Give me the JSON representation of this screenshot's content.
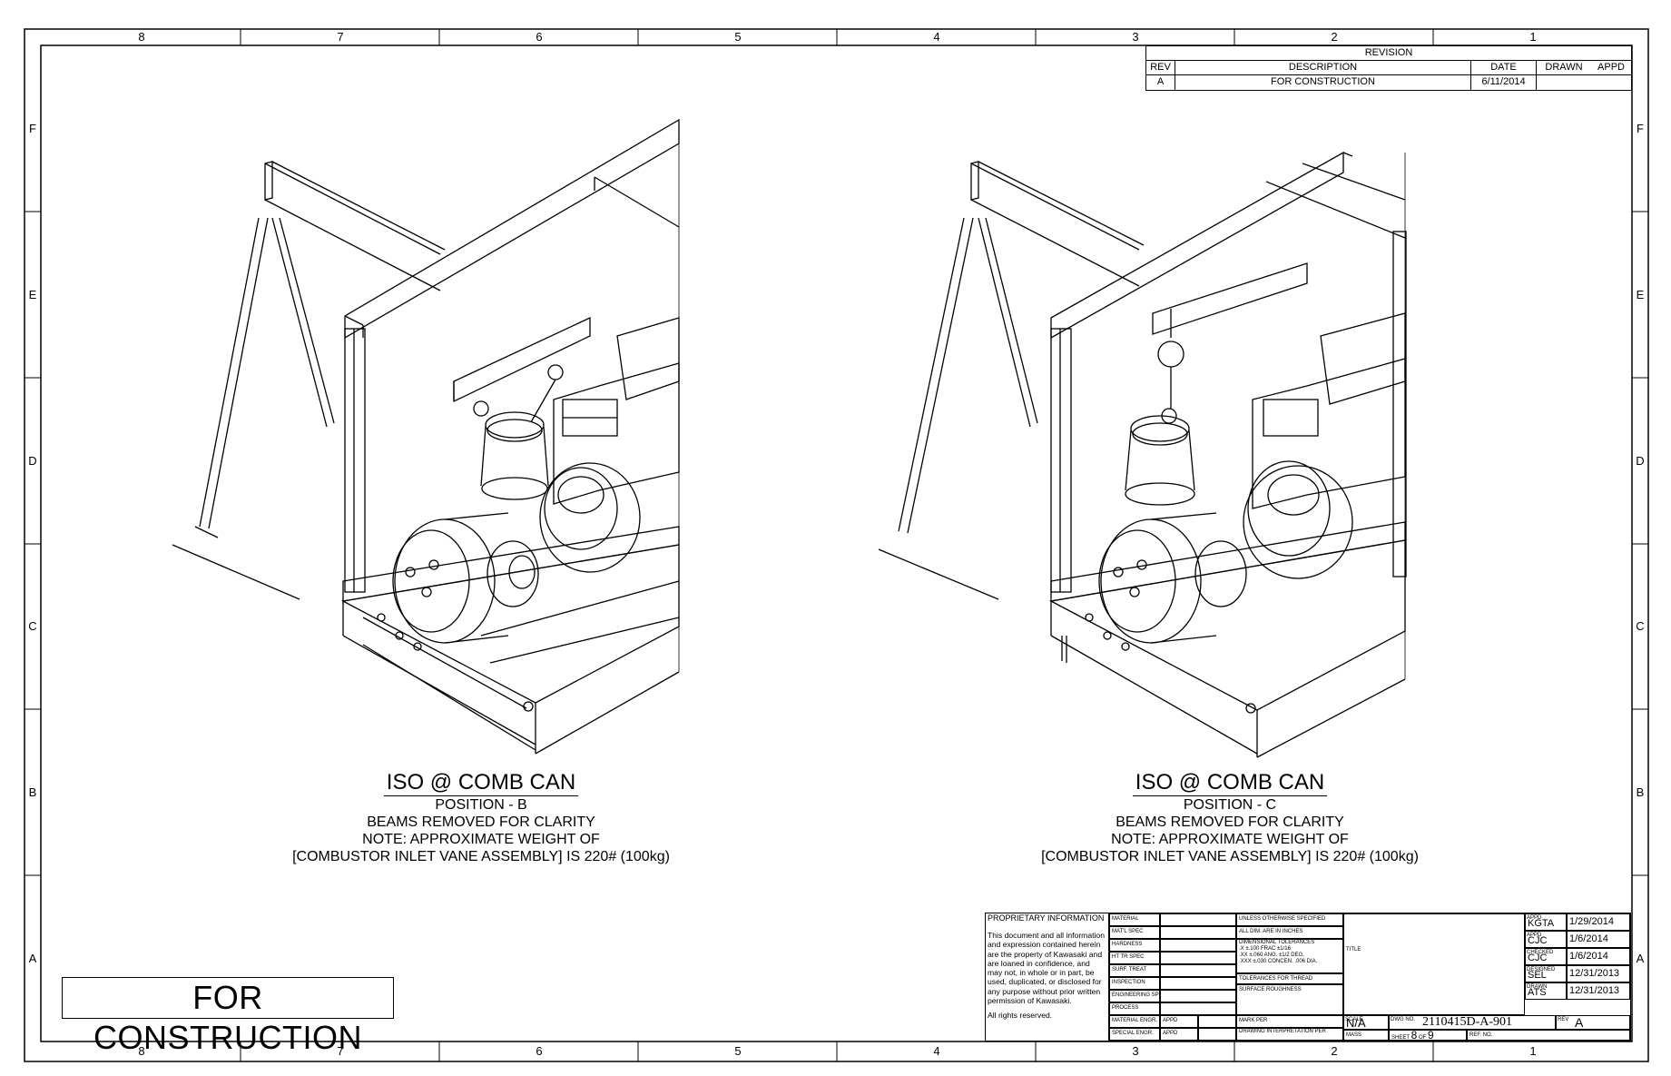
{
  "zones": {
    "columns": [
      "8",
      "7",
      "6",
      "5",
      "4",
      "3",
      "2",
      "1"
    ],
    "rows": [
      "F",
      "E",
      "D",
      "C",
      "B",
      "A"
    ]
  },
  "revision": {
    "header": "REVISION",
    "columns": [
      "REV",
      "DESCRIPTION",
      "DATE",
      "DRAWN",
      "APPD"
    ],
    "rows": [
      {
        "rev": "A",
        "description": "FOR CONSTRUCTION",
        "date": "6/11/2014",
        "drawn": "",
        "appd": ""
      }
    ]
  },
  "views": [
    {
      "title": "ISO @ COMB CAN",
      "lines": [
        "POSITION - B",
        "BEAMS REMOVED FOR CLARITY",
        "NOTE: APPROXIMATE WEIGHT OF",
        "[COMBUSTOR INLET VANE ASSEMBLY] IS 220# (100kg)"
      ]
    },
    {
      "title": "ISO @ COMB CAN",
      "lines": [
        "POSITION - C",
        "BEAMS REMOVED FOR CLARITY",
        "NOTE: APPROXIMATE WEIGHT OF",
        "[COMBUSTOR INLET VANE ASSEMBLY] IS 220# (100kg)"
      ]
    }
  ],
  "stamp": "FOR CONSTRUCTION",
  "title_block": {
    "proprietary_heading": "PROPRIETARY INFORMATION",
    "proprietary_text": "This document and all information and expression contained herein are the property of Kawasaki and are loaned in confidence, and may not, in whole or in part, be used, duplicated, or disclosed for any purpose without prior written permission of Kawasaki.",
    "rights": "All rights reserved.",
    "fields": [
      "MATERIAL",
      "MAT'L SPEC",
      "HARDNESS",
      "HT TR SPEC",
      "SURF. TREAT",
      "INSPECTION",
      "ENGINEERING SPEC",
      "PROCESS",
      "MATERIAL ENGR.",
      "SPECIAL ENGR."
    ],
    "field_appd": [
      "APPD",
      "APPD"
    ],
    "unless": "UNLESS OTHERWISE SPECIFIED",
    "dims": "ALL DIM. ARE IN INCHES",
    "tol_heading": "DIMENSIONAL TOLERANCES",
    "tol_lines": [
      ".X ±.100 FRAC ±1/16",
      ".XX ±.060 ANG. ±1/2 DEG.",
      ".XXX ±.030 CONCEN. .006 DIA."
    ],
    "thread": "TOLERANCES FOR THREAD",
    "surface": "SURFACE ROUGHNESS",
    "mark_per": "MARK PER",
    "drawing_interp": "DRAWING INTERPRETATION PER",
    "title_label": "TITLE",
    "approvals": [
      {
        "role": "APPD",
        "name": "KGTA",
        "date": "1/29/2014"
      },
      {
        "role": "APPD",
        "name": "CJC",
        "date": "1/6/2014"
      },
      {
        "role": "CHECKED",
        "name": "CJC",
        "date": "1/6/2014"
      },
      {
        "role": "DESIGNED",
        "name": "SEL",
        "date": "12/31/2013"
      },
      {
        "role": "DRAWN",
        "name": "ATS",
        "date": "12/31/2013"
      }
    ],
    "scale_label": "SCALE",
    "scale": "N/A",
    "dwg_label": "DWG NO.",
    "dwg_no": "2110415D-A-901",
    "rev_label": "REV",
    "rev": "A",
    "mass_label": "MASS",
    "sheet_label": "SHEET",
    "sheet": "8",
    "of_label": "OF",
    "of": "9",
    "ref_label": "REF. NO."
  }
}
